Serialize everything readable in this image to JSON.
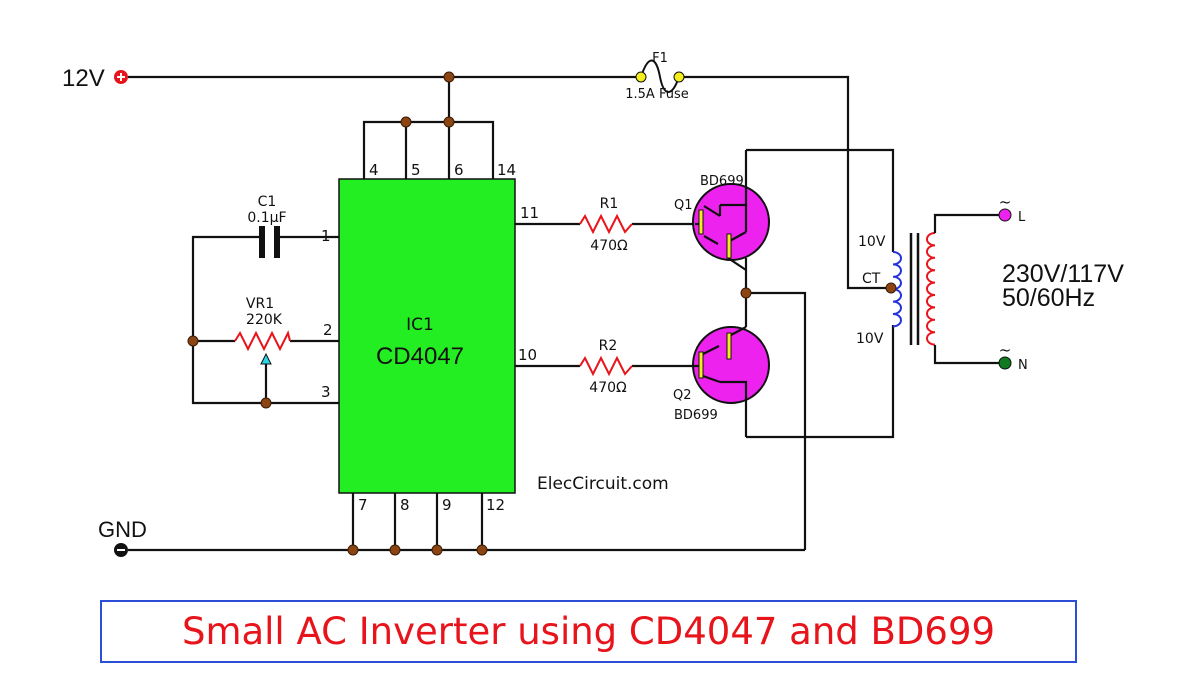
{
  "supply": {
    "positive": "12V",
    "ground": "GND"
  },
  "fuse": {
    "ref": "F1",
    "value": "1.5A Fuse"
  },
  "ic": {
    "ref": "IC1",
    "part": "CD4047",
    "pins": {
      "p1": "1",
      "p2": "2",
      "p3": "3",
      "p4": "4",
      "p5": "5",
      "p6": "6",
      "p7": "7",
      "p8": "8",
      "p9": "9",
      "p10": "10",
      "p11": "11",
      "p12": "12",
      "p14": "14"
    }
  },
  "c1": {
    "ref": "C1",
    "value": "0.1µF"
  },
  "vr1": {
    "ref": "VR1",
    "value": "220K"
  },
  "r1": {
    "ref": "R1",
    "value": "470Ω"
  },
  "r2": {
    "ref": "R2",
    "value": "470Ω"
  },
  "q1": {
    "ref": "Q1",
    "part": "BD699"
  },
  "q2": {
    "ref": "Q2",
    "part": "BD699"
  },
  "transformer": {
    "top": "10V",
    "ct": "CT",
    "bottom": "10V",
    "out_line": "L",
    "out_neutral": "N",
    "ac_symbol": "~",
    "voltage": "230V/117V",
    "frequency": "50/60Hz"
  },
  "watermark": "ElecCircuit.com",
  "title": "Small AC Inverter using CD4047 and BD699",
  "colors": {
    "ic": "#22ee22",
    "transistor": "#ee22ee",
    "resistor": "#e8141b",
    "primary": "#2233dd",
    "secondary": "#e8141b",
    "title": "#e8141b",
    "border": "#2a4fd6"
  }
}
